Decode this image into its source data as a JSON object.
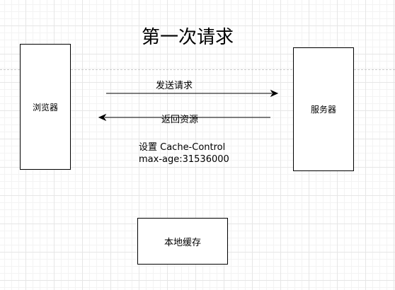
{
  "diagram": {
    "title": "第一次请求",
    "browser": {
      "label": "浏览器"
    },
    "server": {
      "label": "服务器"
    },
    "cache": {
      "label": "本地缓存"
    },
    "request_arrow": {
      "label": "发送请求"
    },
    "response_arrow": {
      "label": "返回资源"
    },
    "note": {
      "line1": "设置 Cache-Control",
      "line2": "max-age:31536000"
    }
  },
  "colors": {
    "grid": "#e6e6e6",
    "stroke": "#000000",
    "background": "#ffffff"
  }
}
